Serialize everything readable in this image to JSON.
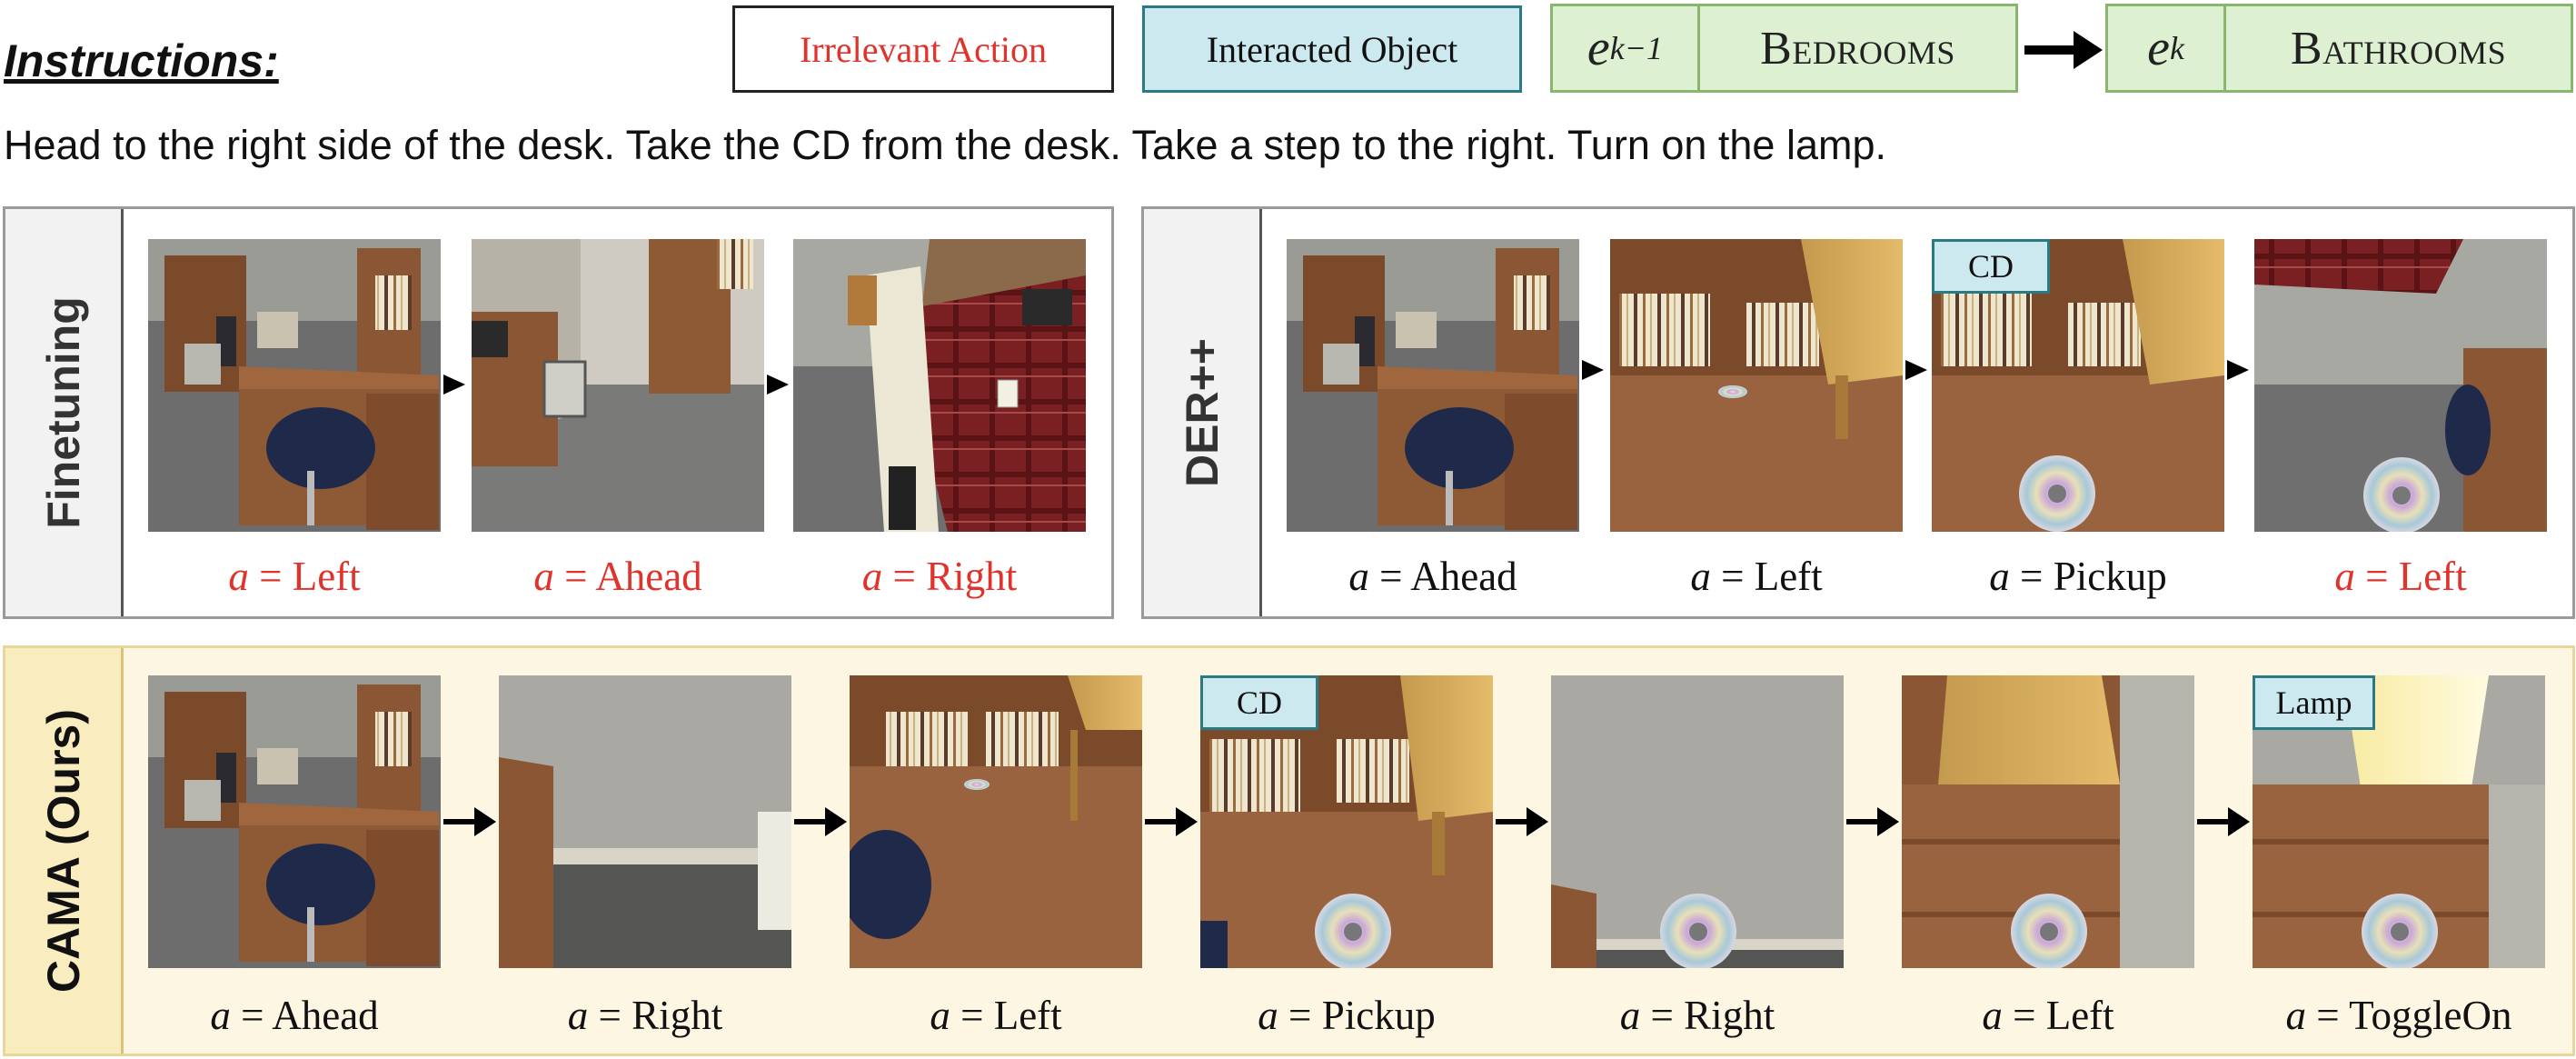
{
  "header": {
    "instructions_heading": "Instructions:",
    "instruction_text": "Head to the right side of the desk. Take the CD from the desk. Take a step to the right. Turn on the lamp."
  },
  "legend": {
    "irrelevant_action": "Irrelevant Action",
    "interacted_object": "Interacted Object",
    "irrelevant_color": "#e0332b",
    "interacted_color": "#cbe9ee"
  },
  "environments": {
    "prev": {
      "symbol": "e",
      "subscript": "k−1",
      "name": "Bedrooms"
    },
    "next": {
      "symbol": "e",
      "subscript": "k",
      "name": "Bathrooms"
    }
  },
  "panels": {
    "finetuning": {
      "title": "Finetuning",
      "actions": [
        {
          "var": "a",
          "eq": " = ",
          "action": "Left"
        },
        {
          "var": "a",
          "eq": " = ",
          "action": "Ahead"
        },
        {
          "var": "a",
          "eq": " = ",
          "action": "Right"
        }
      ]
    },
    "der": {
      "title": "DER++",
      "actions": [
        {
          "var": "a",
          "eq": " = ",
          "action": "Ahead"
        },
        {
          "var": "a",
          "eq": " = ",
          "action": "Left"
        },
        {
          "var": "a",
          "eq": " = ",
          "action": "Pickup",
          "object": "CD"
        },
        {
          "var": "a",
          "eq": " = ",
          "action": "Left"
        }
      ]
    },
    "cama": {
      "title": "CAMA (Ours)",
      "actions": [
        {
          "var": "a",
          "eq": " = ",
          "action": "Ahead"
        },
        {
          "var": "a",
          "eq": " = ",
          "action": "Right"
        },
        {
          "var": "a",
          "eq": " = ",
          "action": "Left"
        },
        {
          "var": "a",
          "eq": " = ",
          "action": "Pickup",
          "object": "CD"
        },
        {
          "var": "a",
          "eq": " = ",
          "action": "Right"
        },
        {
          "var": "a",
          "eq": " = ",
          "action": "Left"
        },
        {
          "var": "a",
          "eq": " = ",
          "action": "ToggleOn",
          "object": "Lamp"
        }
      ]
    }
  }
}
